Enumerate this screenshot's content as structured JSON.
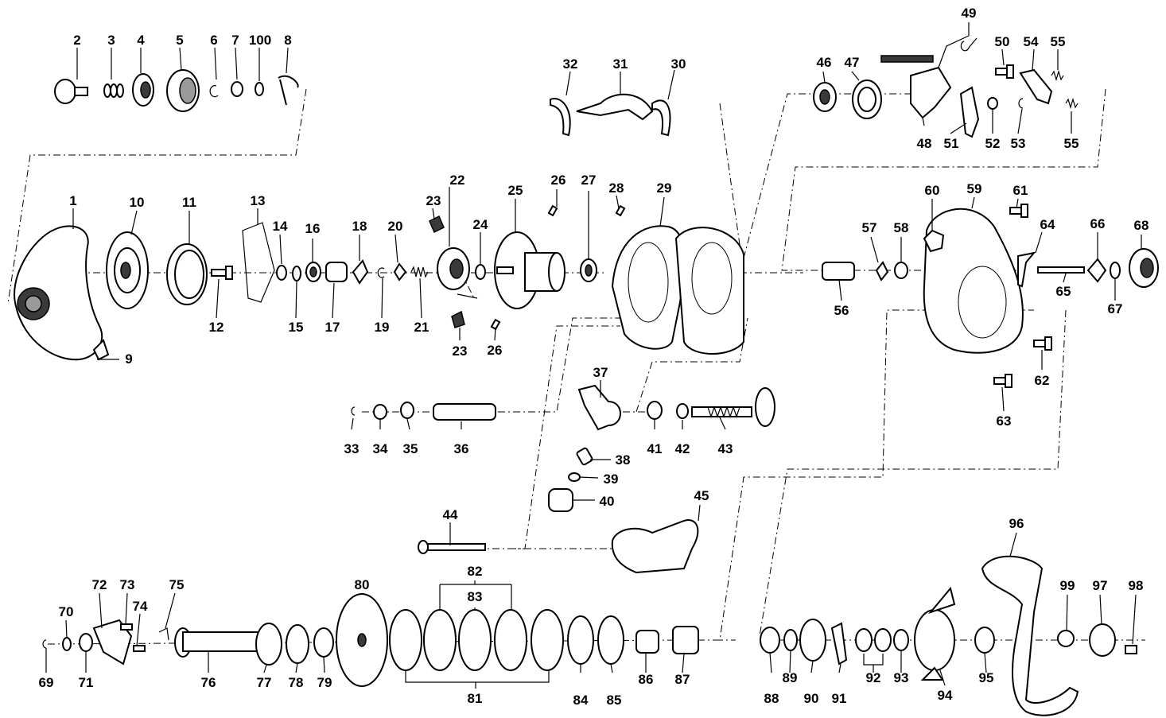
{
  "labels": {
    "p1": "1",
    "p2": "2",
    "p3": "3",
    "p4": "4",
    "p5": "5",
    "p6": "6",
    "p7": "7",
    "p8": "8",
    "p9": "9",
    "p10": "10",
    "p11": "11",
    "p12": "12",
    "p13": "13",
    "p14": "14",
    "p15": "15",
    "p16": "16",
    "p17": "17",
    "p18": "18",
    "p19": "19",
    "p20": "20",
    "p21": "21",
    "p22": "22",
    "p23a": "23",
    "p23b": "23",
    "p24": "24",
    "p25": "25",
    "p26a": "26",
    "p26b": "26",
    "p27": "27",
    "p28": "28",
    "p29": "29",
    "p30": "30",
    "p31": "31",
    "p32": "32",
    "p33": "33",
    "p34": "34",
    "p35": "35",
    "p36": "36",
    "p37": "37",
    "p38": "38",
    "p39": "39",
    "p40": "40",
    "p41": "41",
    "p42": "42",
    "p43": "43",
    "p44": "44",
    "p45": "45",
    "p46": "46",
    "p47": "47",
    "p48": "48",
    "p49": "49",
    "p50": "50",
    "p51": "51",
    "p52": "52",
    "p53": "53",
    "p54": "54",
    "p55a": "55",
    "p55b": "55",
    "p56": "56",
    "p57": "57",
    "p58": "58",
    "p59": "59",
    "p60": "60",
    "p61": "61",
    "p62": "62",
    "p63": "63",
    "p64": "64",
    "p65": "65",
    "p66": "66",
    "p67": "67",
    "p68": "68",
    "p69": "69",
    "p70": "70",
    "p71": "71",
    "p72": "72",
    "p73": "73",
    "p74": "74",
    "p75": "75",
    "p76": "76",
    "p77": "77",
    "p78": "78",
    "p79": "79",
    "p80": "80",
    "p81": "81",
    "p82": "82",
    "p83": "83",
    "p84": "84",
    "p85": "85",
    "p86": "86",
    "p87": "87",
    "p88": "88",
    "p89": "89",
    "p90": "90",
    "p91": "91",
    "p92": "92",
    "p93": "93",
    "p94": "94",
    "p95": "95",
    "p96": "96",
    "p97": "97",
    "p98": "98",
    "p99": "99",
    "p100": "100"
  }
}
